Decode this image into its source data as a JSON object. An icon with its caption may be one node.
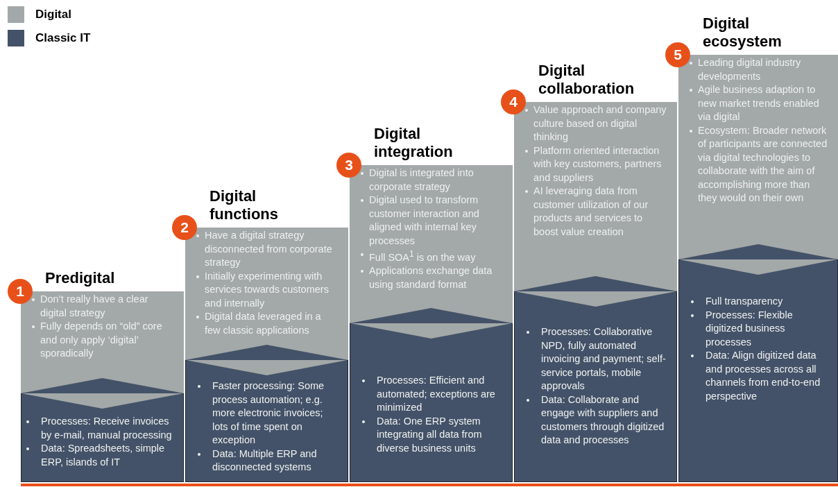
{
  "diagram": {
    "nodes": [
      {
        "text": [
          "1"
        ]
      },
      {
        "text": [
          "Predigital",
          "Don’t really have a clear digital strategy",
          "Fully depends on “old” core and only apply ‘digital’ sporadically"
        ]
      },
      {
        "text": [
          "Processes: Receive invoices by e-mail, manual processing",
          "Data: Spreadsheets, simple ERP, islands of IT"
        ]
      },
      {
        "text": [
          "2"
        ]
      },
      {
        "text": [
          "Digital functions",
          "Have a digital strategy disconnected from corporate strategy",
          "Initially experimenting with services towards customers and internally",
          "Digital data leveraged in a few classic applications"
        ]
      },
      {
        "text": [
          "Faster processing: Some process automation; e.g. more electronic invoices; lots of time spent on exception",
          "Data: Multiple ERP and disconnected systems"
        ]
      },
      {
        "text": [
          "3"
        ]
      },
      {
        "text": [
          "Digital integration",
          "Digital is integrated into corporate strategy",
          "Digital used to transform customer interaction and aligned with internal key processes",
          "Full SOA$^{1}$ is on the way",
          "Applications exchange data using standard format"
        ]
      },
      {
        "text": [
          "Processes: Efficient and automated; exceptions are minimized",
          "Data: One ERP system integrating all data from diverse business units"
        ]
      },
      {
        "text": [
          "4"
        ]
      },
      {
        "text": [
          "Digital collaboration",
          "Value approach and company culture based on digital thinking",
          "Platform oriented interaction with key customers, partners and suppliers",
          "AI leveraging data from customer utilization of our products and services to boost value creation"
        ]
      },
      {
        "text": [
          "Processes: Collaborative NPD, fully automated invoicing and payment; self-service portals, mobile approvals",
          "Data: Collaborate and engage with suppliers and customers through digitized data and processes"
        ]
      },
      {
        "text": [
          "5"
        ]
      },
      {
        "text": [
          "Digital ecosystem",
          "Leading digital industry developments",
          "Agile business adaption to new market trends enabled via digital",
          "Ecosystem: Broader network of participants are connected via digital technologies to collaborate with the aim of accomplishing more than they would on their own"
        ]
      },
      {
        "text": [
          "Full transparency",
          "Processes: Flexible digitized business processes",
          "Data: Align digitized data and processes across all channels from end-to-end perspective"
        ]
      }
    ],
    "legend": [
      {
        "text": "Digital",
        "color": "#a3a8a8"
      },
      {
        "text": "Classic IT",
        "color": "#435268"
      }
    ]
  }
}
